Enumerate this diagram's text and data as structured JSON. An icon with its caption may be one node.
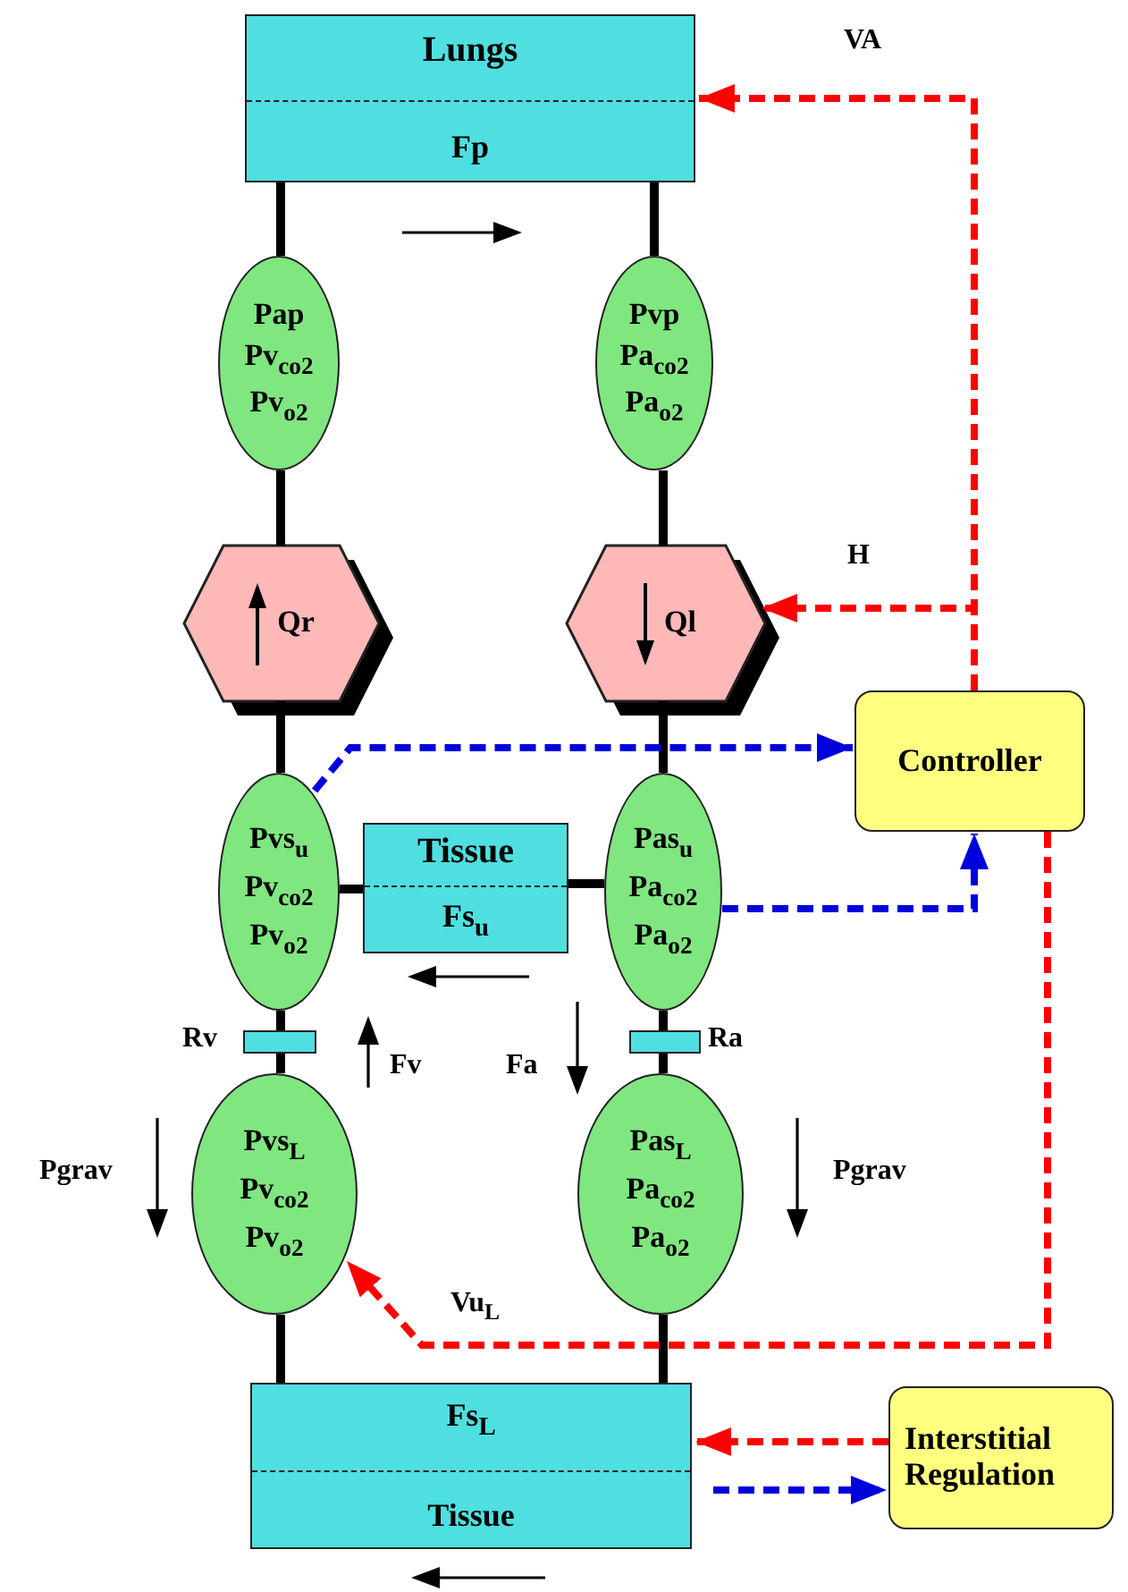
{
  "diagram": {
    "nodes": [
      {
        "text": [
          "Lungs",
          "Fp"
        ]
      },
      {
        "text": [
          "Pap",
          "Pv$_{co2}$",
          "Pv$_{o2}$"
        ]
      },
      {
        "text": [
          "Pvp",
          "Pa$_{co2}$",
          "Pa$_{o2}$"
        ]
      },
      {
        "text": [
          "Qr"
        ]
      },
      {
        "text": [
          "Ql"
        ]
      },
      {
        "text": [
          "Controller"
        ]
      },
      {
        "text": [
          "Pvs$_{u}$",
          "Pv$_{co2}$",
          "Pv$_{o2}$"
        ]
      },
      {
        "text": [
          "Tissue",
          "Fs$_{u}$"
        ]
      },
      {
        "text": [
          "Pas$_{u}$",
          "Pa$_{co2}$",
          "Pa$_{o2}$"
        ]
      },
      {
        "text": [],
        "shape": "box",
        "beside": [
          "Rv"
        ]
      },
      {
        "text": [],
        "shape": "box",
        "beside": [
          "Ra"
        ]
      },
      {
        "text": [
          "Pvs$_{L}$",
          "Pv$_{co2}$",
          "Pv$_{o2}$"
        ]
      },
      {
        "text": [
          "Pas$_{L}$",
          "Pa$_{co2}$",
          "Pa$_{o2}$"
        ]
      },
      {
        "text": [
          "Fs$_{L}$",
          "Tissue"
        ]
      },
      {
        "text": [
          "Interstitial Regulation"
        ]
      }
    ],
    "edges": [
      {
        "from": 0,
        "to": 1,
        "arrow": "none"
      },
      {
        "from": 0,
        "to": 2,
        "arrow": "none"
      },
      {
        "from": 1,
        "to": 3,
        "arrow": "none"
      },
      {
        "from": 2,
        "to": 4,
        "arrow": "none"
      },
      {
        "from": 3,
        "to": 6,
        "arrow": "none"
      },
      {
        "from": 4,
        "to": 8,
        "arrow": "none"
      },
      {
        "from": 6,
        "to": 7,
        "arrow": "none"
      },
      {
        "from": 7,
        "to": 8,
        "arrow": "none"
      },
      {
        "from": 6,
        "to": 9,
        "arrow": "none"
      },
      {
        "from": 9,
        "to": 11,
        "arrow": "none"
      },
      {
        "from": 8,
        "to": 10,
        "arrow": "none"
      },
      {
        "from": 10,
        "to": 12,
        "arrow": "none"
      },
      {
        "from": 11,
        "to": 13,
        "arrow": "none"
      },
      {
        "from": 12,
        "to": 13,
        "arrow": "none"
      },
      {
        "from": 5,
        "to": 0,
        "arrow": "to",
        "label": "VA",
        "style": "dashed",
        "color": "#ff0000"
      },
      {
        "from": 5,
        "to": 4,
        "arrow": "to",
        "label": "H",
        "style": "dashed",
        "color": "#ff0000"
      },
      {
        "from": 6,
        "to": 5,
        "arrow": "to",
        "style": "dashed",
        "color": "#0000dd"
      },
      {
        "from": 8,
        "to": 5,
        "arrow": "to",
        "style": "dashed",
        "color": "#0000dd"
      },
      {
        "from": 5,
        "to": 11,
        "arrow": "to",
        "label": "Vu$_{L}$",
        "style": "dashed",
        "color": "#ff0000"
      },
      {
        "from": 14,
        "to": 13,
        "arrow": "to",
        "style": "dashed",
        "color": "#ff0000"
      },
      {
        "from": 13,
        "to": 14,
        "arrow": "to",
        "style": "dashed",
        "color": "#0000dd"
      }
    ],
    "labels": [
      "Fv",
      "Fa",
      "Pgrav",
      "Pgrav"
    ]
  }
}
